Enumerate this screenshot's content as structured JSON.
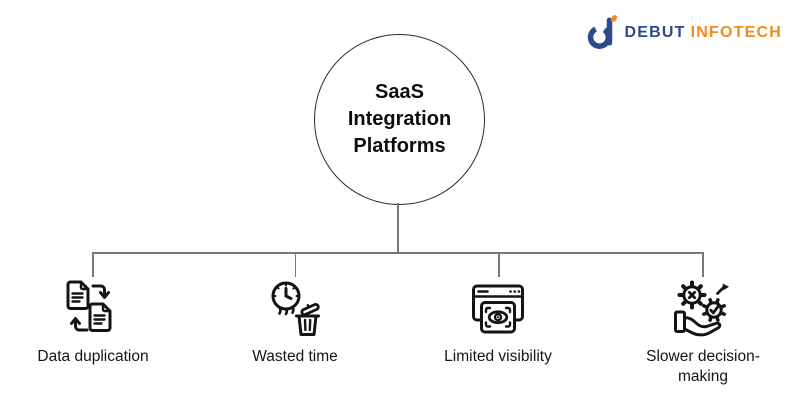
{
  "logo": {
    "brand": "Debut Infotech",
    "word1": "DEBUT",
    "word2": "INFOTECH"
  },
  "colors": {
    "navy": "#2b4a8b",
    "orange": "#f28a1e",
    "line": "#787878",
    "ink": "#141414"
  },
  "root": {
    "title": "SaaS Integration Platforms"
  },
  "branches": [
    {
      "label": "Data duplication",
      "icon": "data-duplication-icon"
    },
    {
      "label": "Wasted time",
      "icon": "wasted-time-icon"
    },
    {
      "label": "Limited visibility",
      "icon": "limited-visibility-icon"
    },
    {
      "label": "Slower decision-making",
      "icon": "slower-decision-making-icon"
    }
  ]
}
